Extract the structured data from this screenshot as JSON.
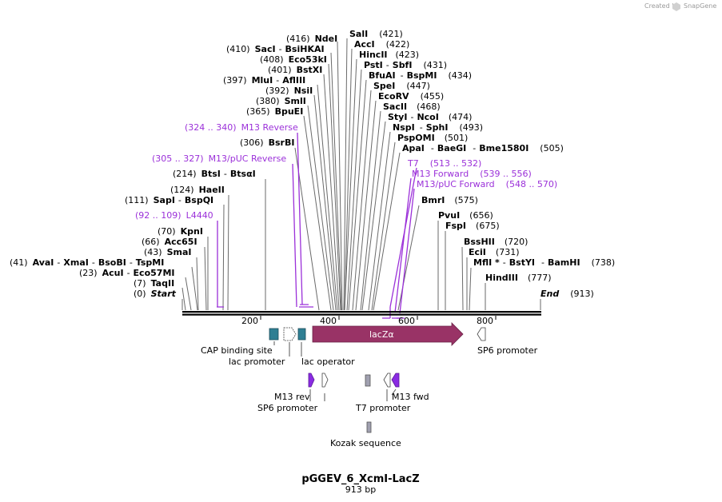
{
  "credit": {
    "prefix": "Created by",
    "brand": "SnapGene"
  },
  "plasmid": {
    "name": "pGGEV_6_XcmI-LacZ",
    "size": "913 bp"
  },
  "ruler": {
    "ticks": [
      "200",
      "400",
      "600",
      "800"
    ]
  },
  "sites": [
    {
      "pos": "(416)",
      "names": [
        "NdeI"
      ]
    },
    {
      "pos": "(410)",
      "names": [
        "SacI",
        "BsiHKAI"
      ]
    },
    {
      "pos": "(408)",
      "names": [
        "Eco53kI"
      ]
    },
    {
      "pos": "(401)",
      "names": [
        "BstXI"
      ]
    },
    {
      "pos": "(397)",
      "names": [
        "MluI",
        "AflIII"
      ]
    },
    {
      "pos": "(392)",
      "names": [
        "NsiI"
      ]
    },
    {
      "pos": "(380)",
      "names": [
        "SmlI"
      ]
    },
    {
      "pos": "(365)",
      "names": [
        "BpuEI"
      ]
    },
    {
      "pos": "(306)",
      "names": [
        "BsrBI"
      ]
    },
    {
      "pos": "(214)",
      "names": [
        "BtsI",
        "BtsαI"
      ]
    },
    {
      "pos": "(124)",
      "names": [
        "HaeII"
      ]
    },
    {
      "pos": "(111)",
      "names": [
        "SapI",
        "BspQI"
      ]
    },
    {
      "pos": "(70)",
      "names": [
        "KpnI"
      ]
    },
    {
      "pos": "(66)",
      "names": [
        "Acc65I"
      ]
    },
    {
      "pos": "(43)",
      "names": [
        "SmaI"
      ]
    },
    {
      "pos": "(41)",
      "names": [
        "AvaI",
        "XmaI",
        "BsoBI",
        "TspMI"
      ]
    },
    {
      "pos": "(23)",
      "names": [
        "AcuI",
        "Eco57MI"
      ]
    },
    {
      "pos": "(7)",
      "names": [
        "TaqII"
      ]
    },
    {
      "pos": "(0)",
      "names": [
        "Start"
      ]
    },
    {
      "pos": "(421)",
      "names": [
        "SalI"
      ]
    },
    {
      "pos": "(422)",
      "names": [
        "AccI"
      ]
    },
    {
      "pos": "(423)",
      "names": [
        "HincII"
      ]
    },
    {
      "pos": "(431)",
      "names": [
        "PstI",
        "SbfI"
      ]
    },
    {
      "pos": "(434)",
      "names": [
        "BfuAI",
        "BspMI"
      ]
    },
    {
      "pos": "(447)",
      "names": [
        "SpeI"
      ]
    },
    {
      "pos": "(455)",
      "names": [
        "EcoRV"
      ]
    },
    {
      "pos": "(468)",
      "names": [
        "SacII"
      ]
    },
    {
      "pos": "(474)",
      "names": [
        "StyI",
        "NcoI"
      ]
    },
    {
      "pos": "(493)",
      "names": [
        "NspI",
        "SphI"
      ]
    },
    {
      "pos": "(501)",
      "names": [
        "PspOMI"
      ]
    },
    {
      "pos": "(505)",
      "names": [
        "ApaI",
        "BaeGI",
        "Bme1580I"
      ]
    },
    {
      "pos": "(575)",
      "names": [
        "BmrI"
      ]
    },
    {
      "pos": "(656)",
      "names": [
        "PvuI"
      ]
    },
    {
      "pos": "(675)",
      "names": [
        "FspI"
      ]
    },
    {
      "pos": "(720)",
      "names": [
        "BssHII"
      ]
    },
    {
      "pos": "(731)",
      "names": [
        "EciI"
      ]
    },
    {
      "pos": "(738)",
      "names": [
        "MflI *",
        "BstYI",
        "BamHI"
      ]
    },
    {
      "pos": "(777)",
      "names": [
        "HindIII"
      ]
    },
    {
      "pos": "(913)",
      "names": [
        "End"
      ]
    }
  ],
  "primers": [
    {
      "range": "(324 .. 340)",
      "name": "M13 Reverse"
    },
    {
      "range": "(305 .. 327)",
      "name": "M13/pUC Reverse"
    },
    {
      "range": "(92 .. 109)",
      "name": "L4440"
    },
    {
      "name": "T7",
      "range": "(513 .. 532)"
    },
    {
      "name": "M13 Forward",
      "range": "(539 .. 556)"
    },
    {
      "name": "M13/pUC Forward",
      "range": "(548 .. 570)"
    }
  ],
  "features": [
    {
      "name": "CAP binding site",
      "color": "#2f7f93"
    },
    {
      "name": "lac promoter",
      "color": "#ffffff"
    },
    {
      "name": "lac operator",
      "color": "#2f7f93"
    },
    {
      "name": "lacZα",
      "color": "#993366"
    },
    {
      "name": "SP6 promoter",
      "color": "#ffffff"
    },
    {
      "name": "M13 rev",
      "color": "#8a2be2"
    },
    {
      "name": "SP6 promoter",
      "color": "#ffffff"
    },
    {
      "name": "T7 promoter",
      "color": "#ffffff"
    },
    {
      "name": "M13 fwd",
      "color": "#8a2be2"
    },
    {
      "name": "Kozak sequence",
      "color": "#a0a0b0"
    }
  ]
}
